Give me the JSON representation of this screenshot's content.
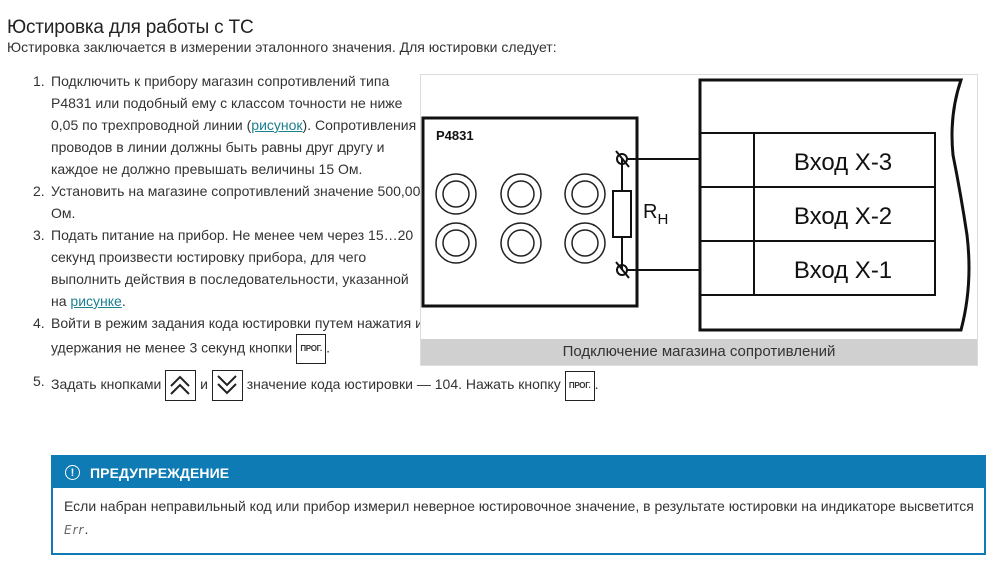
{
  "title": "Юстировка для работы с ТС",
  "intro": "Юстировка заключается в измерении эталонного значения. Для юстировки следует:",
  "steps": [
    {
      "num": "1.",
      "text_before": "Подключить к прибору магазин сопротивлений типа Р4831 или подобный ему с классом точности не ниже 0,05 по трехпроводной линии (",
      "link": "рисунок",
      "text_after": "). Сопротивления проводов в линии должны быть равны друг другу и каждое не должно превышать величины 15 Ом."
    },
    {
      "num": "2.",
      "text": "Установить на магазине сопротивлений значение 500,00 Ом."
    },
    {
      "num": "3.",
      "text_before": "Подать питание на прибор. Не менее чем через 15…20 секунд произвести юстировку прибора, для чего выполнить действия в последовательности, указанной на ",
      "link": "рисунке",
      "text_after": "."
    },
    {
      "num": "4.",
      "text_before": "Войти в режим задания кода юстировки путем нажатия и удержания не менее 3 секунд кнопки ",
      "button": "ПРОГ.",
      "text_after": "."
    },
    {
      "num": "5.",
      "text_1": "Задать кнопками ",
      "up_button": "up-arrow",
      "text_2": " и ",
      "down_button": "down-arrow",
      "text_3": " значение кода юстировки — 104. Нажать кнопку ",
      "button": "ПРОГ.",
      "text_4": "."
    }
  ],
  "figure": {
    "device_label": "Р4831",
    "resistor_label": "R",
    "resistor_sub": "Н",
    "inputs": [
      "Вход Х-3",
      "Вход Х-2",
      "Вход Х-1"
    ],
    "caption": "Подключение магазина сопротивлений"
  },
  "warning": {
    "icon": "exclamation-circle-icon",
    "title": "ПРЕДУПРЕЖДЕНИЕ",
    "text": "Если набран неправильный код или прибор измерил неверное юстировочное значение, в результате юстировки на индикаторе высветится ",
    "code": "Err",
    "text_end": ".",
    "color": "#0e7bb5"
  }
}
